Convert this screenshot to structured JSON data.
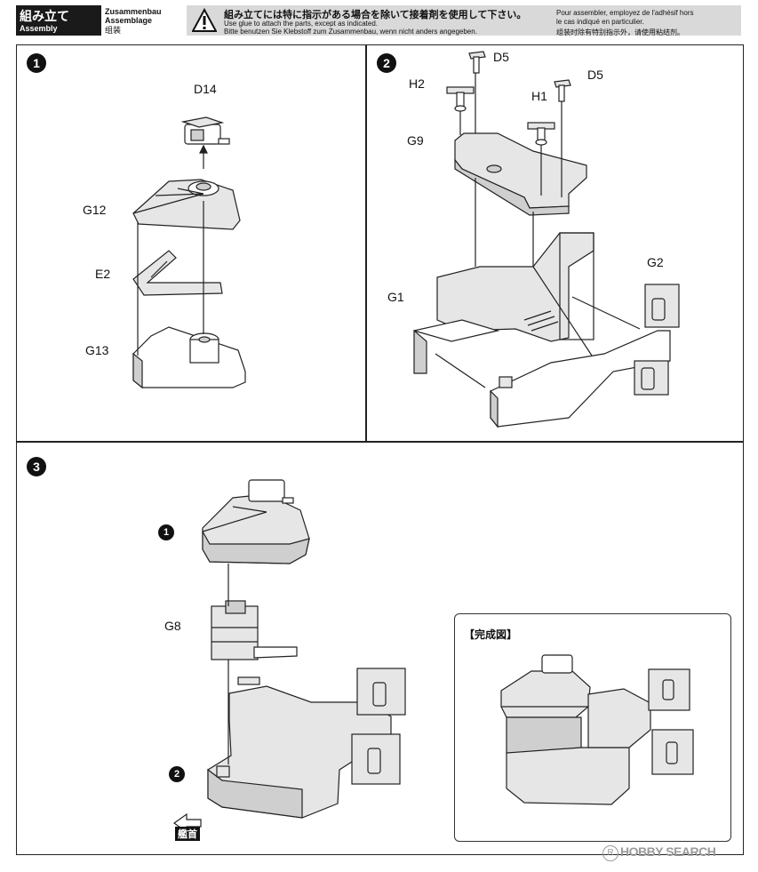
{
  "header": {
    "jp": "組み立て",
    "en": "Assembly",
    "de": "Zusammenbau",
    "fr": "Assemblage",
    "zh": "组装",
    "warning_jp": "組み立てには特に指示がある場合を除いて接着剤を使用して下さい。",
    "warning_en": "Use glue to attach the parts, except as indicated.",
    "warning_de": "Bitte benutzen Sie Klebstoff zum Zusammenbau, wenn nicht anders angegeben.",
    "warning_fr1": "Pour assembler, employez de l'adhésif hors",
    "warning_fr2": "le cas indiqué en particulier.",
    "warning_zh": "组装时除有特别指示外，请使用粘结剂。"
  },
  "steps": [
    {
      "number": "1",
      "parts": [
        "D14",
        "G12",
        "E2",
        "G13"
      ]
    },
    {
      "number": "2",
      "parts": [
        "D5",
        "H2",
        "D5",
        "H1",
        "G9",
        "G1",
        "G2"
      ]
    },
    {
      "number": "3",
      "parts": [
        "1",
        "G8",
        "2"
      ]
    }
  ],
  "bow_label": "艦首",
  "completed_label": "【完成図】",
  "watermark": "HOBBY SEARCH",
  "watermark_mark": "R"
}
